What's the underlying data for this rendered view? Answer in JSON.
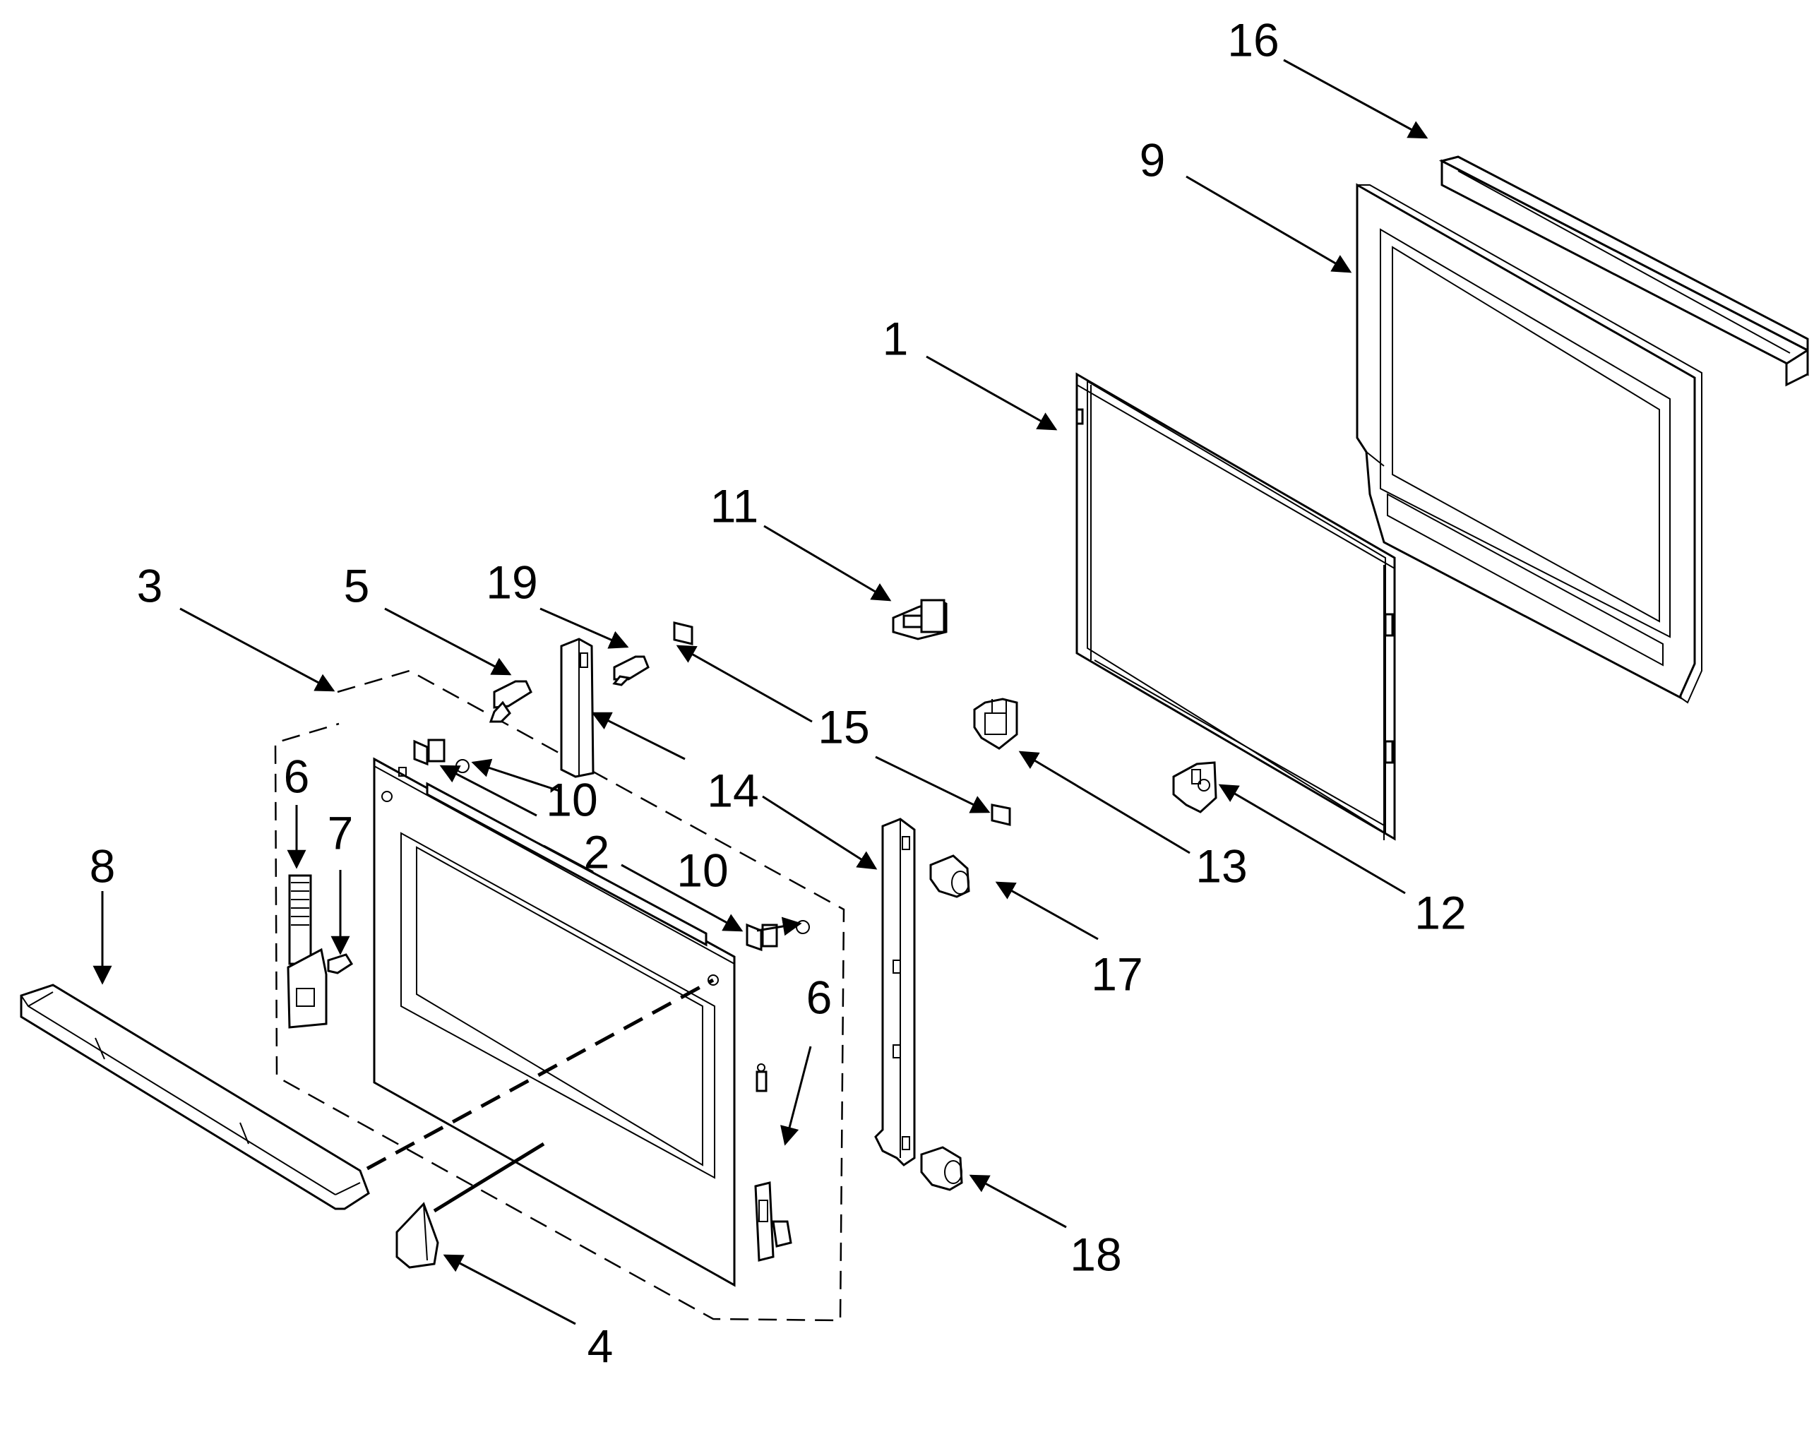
{
  "callouts": {
    "c1": "1",
    "c2": "2",
    "c3": "3",
    "c4": "4",
    "c5": "5",
    "c6a": "6",
    "c6b": "6",
    "c7": "7",
    "c8": "8",
    "c9": "9",
    "c10a": "10",
    "c10b": "10",
    "c11": "11",
    "c12": "12",
    "c13": "13",
    "c14": "14",
    "c15": "15",
    "c16": "16",
    "c17": "17",
    "c18": "18",
    "c19": "19"
  }
}
